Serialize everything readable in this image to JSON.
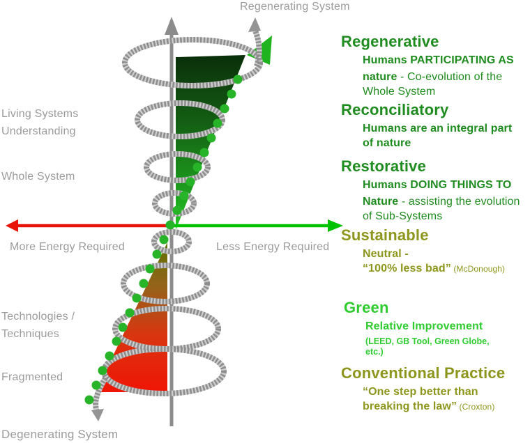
{
  "title_top": "Regenerating System",
  "title_bottom": "Degenerating System",
  "left_labels": {
    "living_systems_1": "Living Systems",
    "living_systems_2": "Understanding",
    "whole_system": "Whole System",
    "technologies_1": "Technologies /",
    "technologies_2": "Techniques",
    "fragmented": "Fragmented"
  },
  "axis": {
    "left_label": "More Energy Required",
    "right_label": "Less Energy Required",
    "left_arrow_color": "#e81309",
    "right_arrow_color": "#00c200",
    "vertical_axis_color": "#8c8c8c"
  },
  "levels": {
    "regenerative": {
      "heading": "Regenerative",
      "line1": "Humans PARTICIPATING AS",
      "line2_bold": "nature",
      "line2_rest": " - Co-evolution of the",
      "line3": "Whole System"
    },
    "reconciliatory": {
      "heading": "Reconciliatory",
      "line1": "Humans are an integral part",
      "line2": "of nature"
    },
    "restorative": {
      "heading": "Restorative",
      "line1": "Humans DOING THINGS TO",
      "line2_bold": "Nature",
      "line2_rest": " - assisting the evolution",
      "line3": "of Sub-Systems"
    },
    "sustainable": {
      "heading": "Sustainable",
      "line1": "Neutral -",
      "line2": "“100% less bad”",
      "line2_small": " (McDonough)"
    },
    "green": {
      "heading": "Green",
      "line1": "Relative Improvement",
      "line2": "(LEED, GB Tool, Green Globe,",
      "line3": "etc.)"
    },
    "conventional": {
      "heading": "Conventional Practice",
      "line1": "“One step better than",
      "line2": "breaking the law”",
      "line2_small": " (Croxton)"
    }
  },
  "colors": {
    "dark_green_text": "#1f8c1f",
    "bright_green_text": "#2fcc2f",
    "olive_text": "#8d961c",
    "gray_text": "#9b9b9b",
    "spiral_gray": "#8e8e8e",
    "dot_green": "#28b428",
    "upper_triangle_top": "#0a2f0a",
    "upper_triangle_bottom": "#26c826",
    "lower_triangle_top": "#5e7202",
    "lower_triangle_bottom": "#f01505"
  }
}
